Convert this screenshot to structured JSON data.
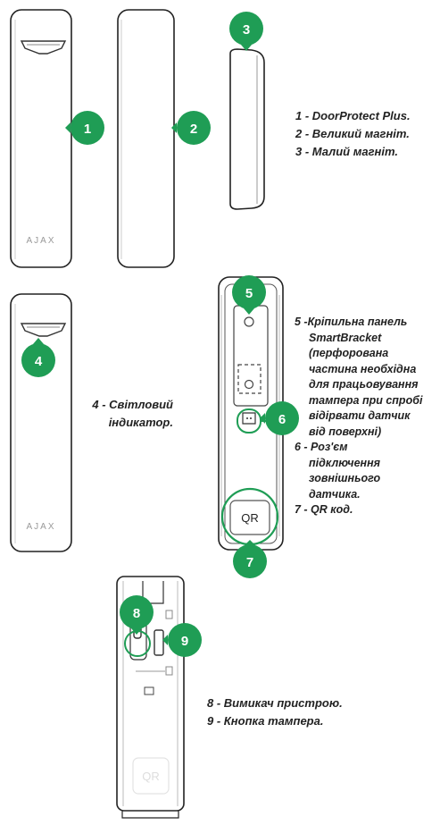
{
  "brand": {
    "logo_text": "AJAX",
    "qr_label": "QR"
  },
  "accent": "#1f9d55",
  "markers": [
    "1",
    "2",
    "3",
    "4",
    "5",
    "6",
    "7",
    "8",
    "9"
  ],
  "legend_group_1": [
    "1 - DoorProtect Plus.",
    "2 - Великий магніт.",
    "3 - Малий магніт."
  ],
  "legend_group_2": [
    "4 - Світловий",
    "індикатор."
  ],
  "legend_group_3": {
    "item5": [
      "5 -Кріпильна панель",
      "SmartBracket",
      "(перфорована",
      "частина необхідна",
      "для працьовування",
      "тампера при спробі",
      "відірвати датчик",
      "від поверхні)"
    ],
    "item6": [
      "6 - Роз'єм",
      "підключення",
      "зовнішнього",
      "датчика."
    ],
    "item7": "7 - QR код."
  },
  "legend_group_4": [
    "8 - Вимикач пристрою.",
    "9 - Кнопка тампера."
  ]
}
